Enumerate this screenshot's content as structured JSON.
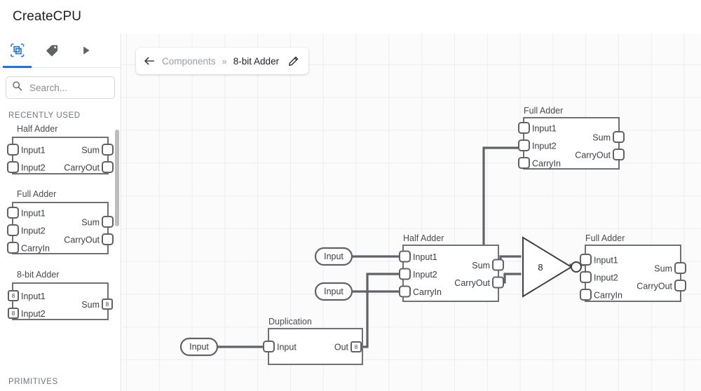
{
  "app": {
    "title": "CreateCPU"
  },
  "sidebar": {
    "tabs": [
      {
        "name": "components-tab",
        "icon": "components-icon",
        "active": true
      },
      {
        "name": "tags-tab",
        "icon": "tag-icon",
        "active": false
      },
      {
        "name": "run-tab",
        "icon": "play-icon",
        "active": false
      }
    ],
    "search": {
      "placeholder": "Search...",
      "value": "",
      "icon": "search-icon"
    },
    "section_recently_used": "RECENTLY USED",
    "section_primitives": "PRIMITIVES",
    "items": [
      {
        "title": "Half Adder",
        "inputs": [
          {
            "label": "Input1",
            "width": 1
          },
          {
            "label": "Input2",
            "width": 1
          }
        ],
        "outputs": [
          {
            "label": "Sum",
            "width": 1
          },
          {
            "label": "CarryOut",
            "width": 1
          }
        ]
      },
      {
        "title": "Full Adder",
        "inputs": [
          {
            "label": "Input1",
            "width": 1
          },
          {
            "label": "Input2",
            "width": 1
          },
          {
            "label": "CarryIn",
            "width": 1
          }
        ],
        "outputs": [
          {
            "label": "Sum",
            "width": 1
          },
          {
            "label": "CarryOut",
            "width": 1
          }
        ]
      },
      {
        "title": "8-bit Adder",
        "inputs": [
          {
            "label": "Input1",
            "width": 8
          },
          {
            "label": "Input2",
            "width": 8
          }
        ],
        "outputs": [
          {
            "label": "Sum",
            "width": 8
          }
        ]
      }
    ]
  },
  "breadcrumb": {
    "back_icon": "arrow-left-icon",
    "parent": "Components",
    "separator": "»",
    "current": "8-bit Adder",
    "edit_icon": "pencil-icon"
  },
  "canvas": {
    "grid": true,
    "nodes": [
      {
        "id": "full-adder-top",
        "title": "Full Adder",
        "inputs": [
          {
            "label": "Input1",
            "width": 1
          },
          {
            "label": "Input2",
            "width": 1
          },
          {
            "label": "CarryIn",
            "width": 1
          }
        ],
        "outputs": [
          {
            "label": "Sum",
            "width": 1
          },
          {
            "label": "CarryOut",
            "width": 1
          }
        ]
      },
      {
        "id": "half-adder-center",
        "title": "Half Adder",
        "inputs": [
          {
            "label": "Input1",
            "width": 1
          },
          {
            "label": "Input2",
            "width": 1
          },
          {
            "label": "CarryIn",
            "width": 1
          }
        ],
        "outputs": [
          {
            "label": "Sum",
            "width": 1
          },
          {
            "label": "CarryOut",
            "width": 1
          }
        ]
      },
      {
        "id": "full-adder-right",
        "title": "Full Adder",
        "inputs": [
          {
            "label": "Input1",
            "width": 1
          },
          {
            "label": "Input2",
            "width": 1
          },
          {
            "label": "CarryIn",
            "width": 1
          }
        ],
        "outputs": [
          {
            "label": "Sum",
            "width": 1
          },
          {
            "label": "CarryOut",
            "width": 1
          }
        ]
      },
      {
        "id": "duplication",
        "title": "Duplication",
        "inputs": [
          {
            "label": "Input",
            "width": 1
          }
        ],
        "outputs": [
          {
            "label": "Out",
            "width": 8
          }
        ]
      }
    ],
    "io_ports": [
      {
        "id": "input-port-1",
        "label": "Input"
      },
      {
        "id": "input-port-2",
        "label": "Input"
      },
      {
        "id": "input-port-3",
        "label": "Input"
      }
    ],
    "gate": {
      "id": "buffer-gate",
      "label": "8",
      "inverted": true
    }
  },
  "colors": {
    "accent": "#1a73e8",
    "wire": "#5f6368",
    "node_stroke": "#6e7175",
    "canvas_bg": "#fbfbfb",
    "grid_line": "#ededed"
  }
}
